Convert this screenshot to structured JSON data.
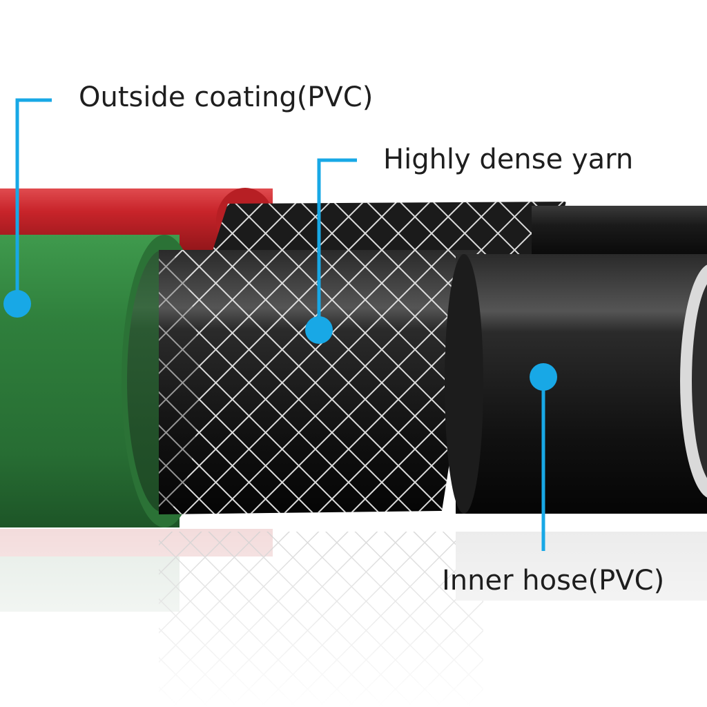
{
  "labels": {
    "outside_coating": "Outside coating(PVC)",
    "dense_yarn": "Highly dense yarn",
    "inner_hose": "Inner hose(PVC)"
  },
  "colors": {
    "callout": "#18a8e6",
    "hose_green": "#2e7d3a",
    "hose_red": "#c8242a",
    "inner_black": "#141414",
    "yarn": "#d9d9d9"
  }
}
